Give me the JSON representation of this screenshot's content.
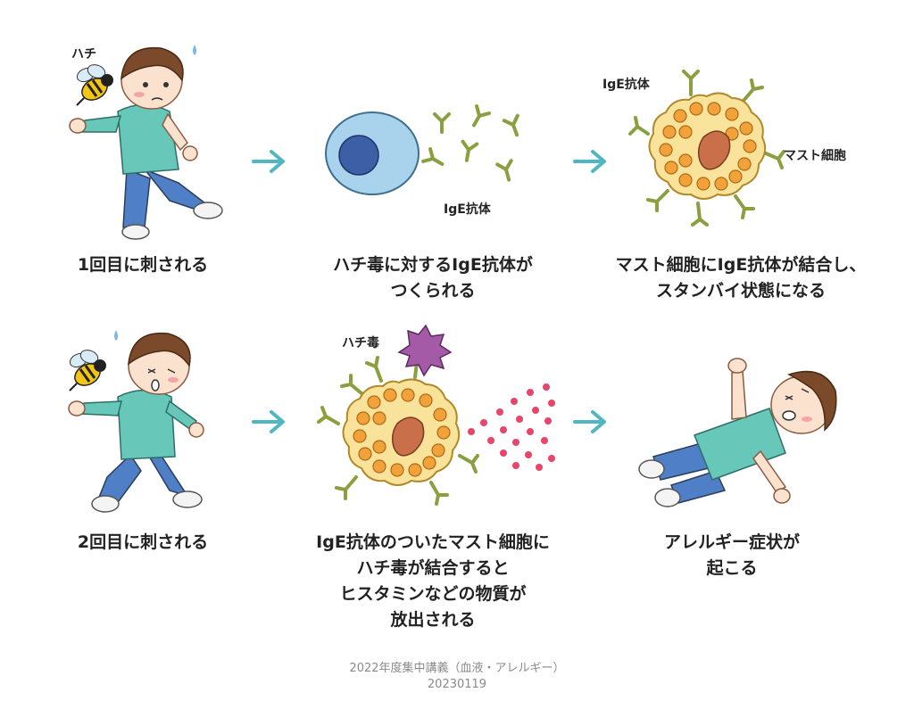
{
  "labels": {
    "hachi": "ハチ",
    "ige_antibody_a": "IgE抗体",
    "ige_antibody_b": "IgE抗体",
    "mast_cell": "マスト細胞",
    "hachi_venom": "ハチ毒"
  },
  "captions": {
    "step1": "1回目に刺される",
    "step2_line1": "ハチ毒に対するIgE抗体が",
    "step2_line2": "つくられる",
    "step3_line1": "マスト細胞にIgE抗体が結合し、",
    "step3_line2": "スタンバイ状態になる",
    "step4": "2回目に刺される",
    "step5_line1": "IgE抗体のついたマスト細胞に",
    "step5_line2": "ハチ毒が結合すると",
    "step5_line3": "ヒスタミンなどの物質が",
    "step5_line4": "放出される",
    "step6_line1": "アレルギー症状が",
    "step6_line2": "起こる"
  },
  "footer": {
    "line1": "2022年度集中講義（血液・アレルギー）",
    "line2": "20230119"
  },
  "colors": {
    "arrow": "#4fb6c2",
    "antibody": "#8aa040",
    "mast_cell_fill": "#f9e29a",
    "granule": "#f2a23a",
    "nucleus": "#c9704a",
    "b_cell": "#a9d3ec",
    "b_cell_nucleus": "#3c5fa6",
    "venom": "#a45aa6",
    "histamine": "#e8456a",
    "shirt": "#67c7b8",
    "pants": "#4f7fc6",
    "hair": "#7a4a2a",
    "skin": "#fbe2cf",
    "bee_yellow": "#f3c613"
  }
}
